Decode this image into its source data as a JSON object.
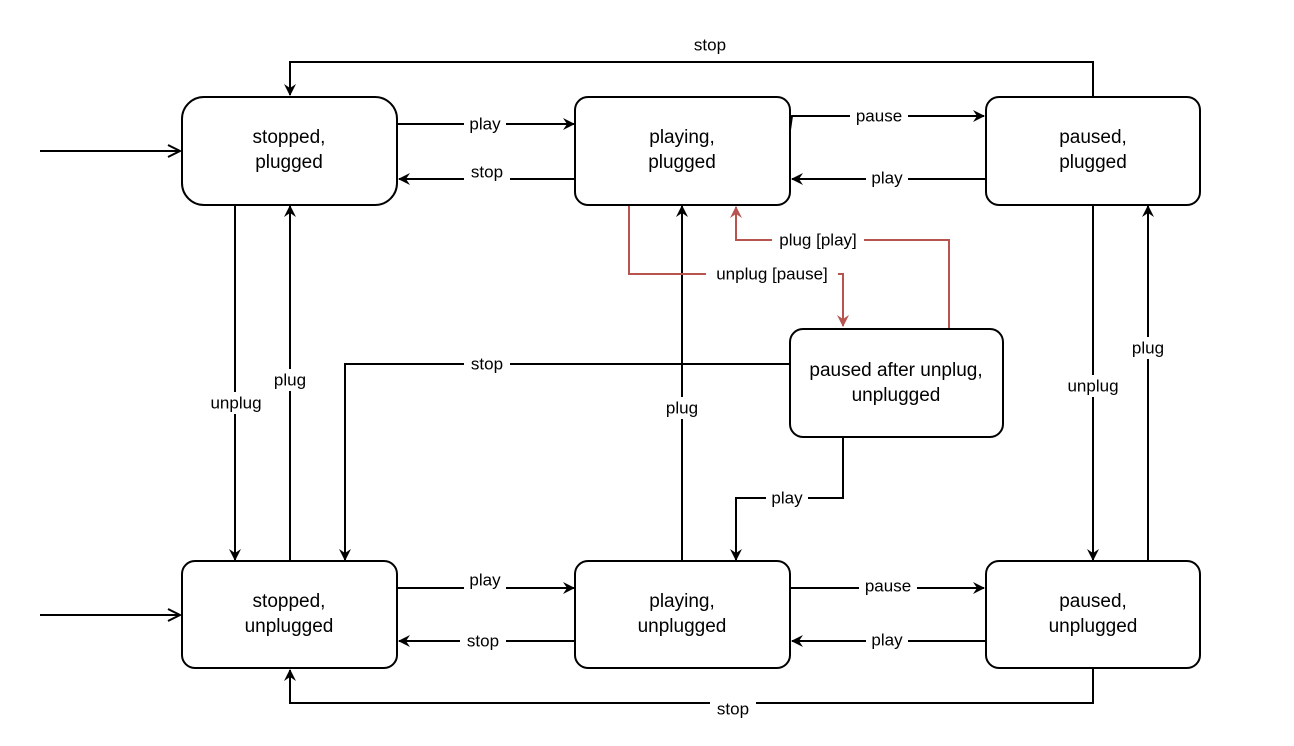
{
  "colors": {
    "stroke": "#000000",
    "highlight": "#b85450",
    "background": "#ffffff"
  },
  "states": {
    "stopped_plugged": {
      "line1": "stopped,",
      "line2": "plugged"
    },
    "playing_plugged": {
      "line1": "playing,",
      "line2": "plugged"
    },
    "paused_plugged": {
      "line1": "paused,",
      "line2": "plugged"
    },
    "paused_after_unplug": {
      "line1": "paused after unplug,",
      "line2": "unplugged"
    },
    "stopped_unplugged": {
      "line1": "stopped,",
      "line2": "unplugged"
    },
    "playing_unplugged": {
      "line1": "playing,",
      "line2": "unplugged"
    },
    "paused_unplugged": {
      "line1": "paused,",
      "line2": "unplugged"
    }
  },
  "transitions": {
    "top_stop": "stop",
    "sp_to_pp_play": "play",
    "pp_to_sp_stop": "stop",
    "pp_to_pap_pause": "pause",
    "pap_to_pp_play": "play",
    "sp_to_su_unplug": "unplug",
    "su_to_sp_plug": "plug",
    "pu_to_pp_plug": "plug",
    "pp_to_pau_unplug_pause": "unplug [pause]",
    "pau_to_pp_plug_play": "plug [play]",
    "pau_to_su_stop": "stop",
    "pau_to_pu_play": "play",
    "pap_to_pdu_unplug": "unplug",
    "pdu_to_pap_plug": "plug",
    "su_to_pu_play": "play",
    "pu_to_su_stop": "stop",
    "pu_to_pdu_pause": "pause",
    "pdu_to_pu_play": "play",
    "bottom_stop": "stop"
  }
}
